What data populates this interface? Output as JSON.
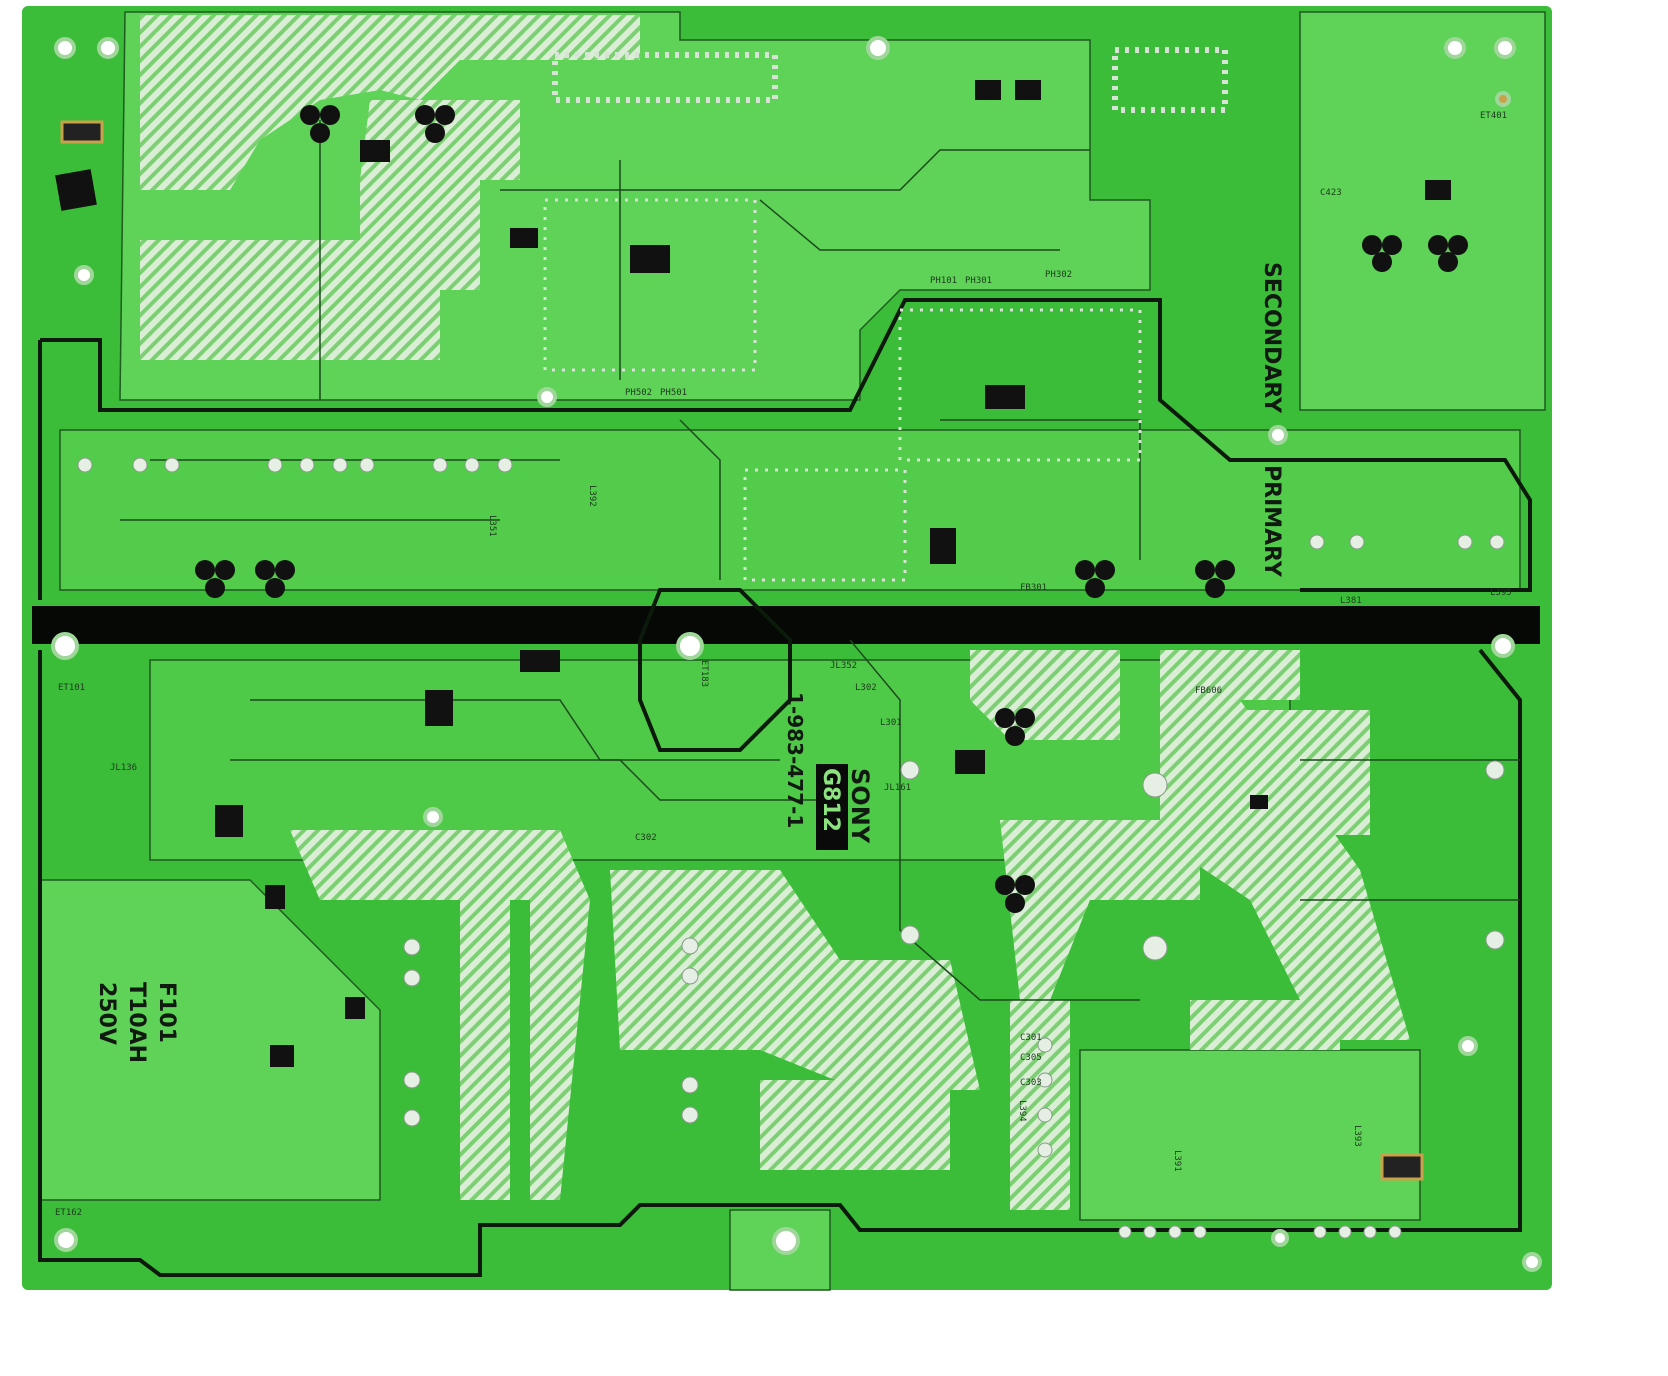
{
  "board": {
    "colors": {
      "board": "#3cbd3a",
      "copper": "#63d65c",
      "hatch": "#d8ecd4",
      "trace": "#0c1a0c",
      "pad": "#e9f2e8"
    },
    "labels": {
      "secondary": "SECONDARY",
      "primary": "PRIMARY",
      "brand": "SONY",
      "part_number": "1-983-477-1",
      "board_id": "G812",
      "fuse_ref": "F101",
      "fuse_rating": "T10AH",
      "fuse_voltage": "250V"
    },
    "refs": [
      "L391",
      "L392",
      "L393",
      "L394",
      "L302",
      "L301",
      "L351",
      "C301",
      "C302",
      "C303",
      "C305",
      "JL352",
      "JL161",
      "JL136",
      "ET101",
      "ET162",
      "ET401",
      "ET183",
      "FB301",
      "PH101",
      "PH301",
      "PH302",
      "PH501",
      "PH502",
      "FB606",
      "L381",
      "L395",
      "C423"
    ]
  }
}
